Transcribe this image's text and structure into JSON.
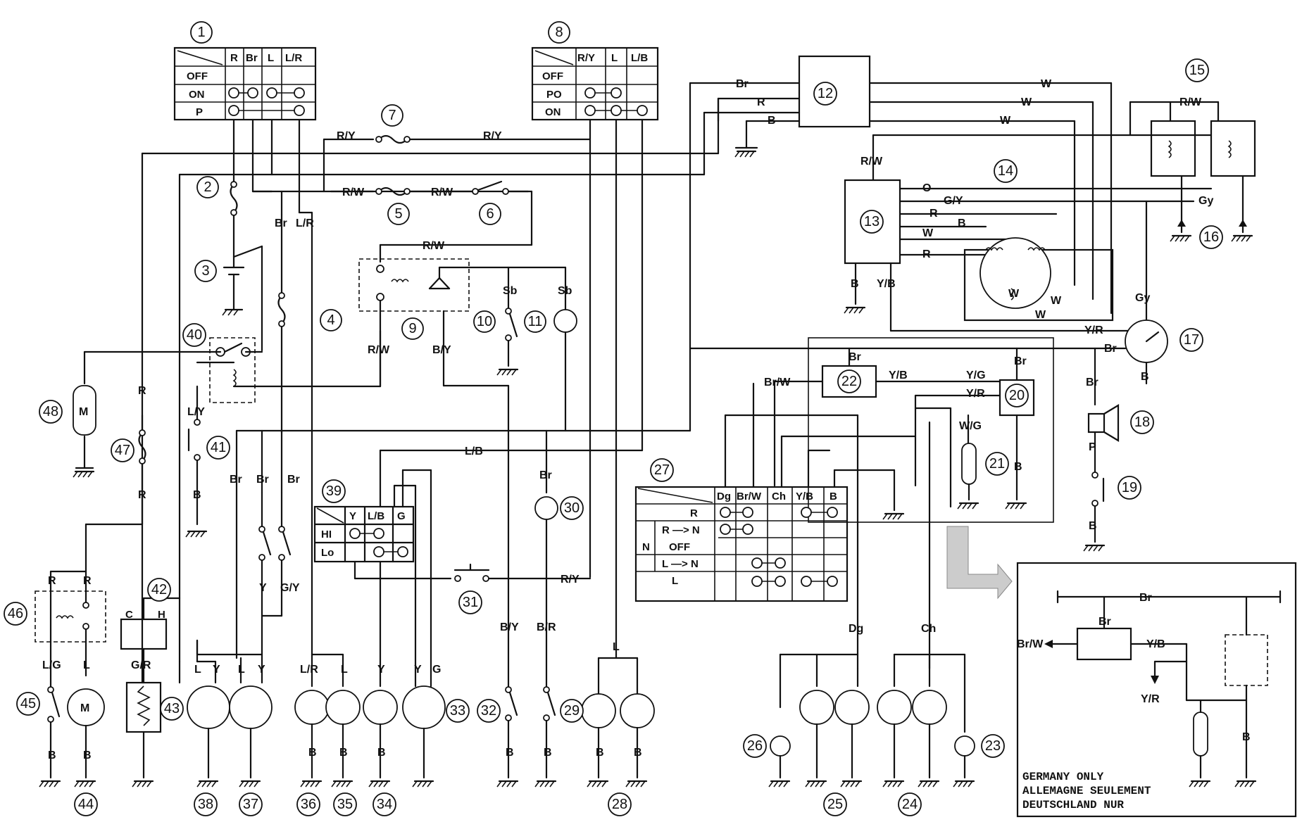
{
  "components": {
    "c1": "1",
    "c2": "2",
    "c3": "3",
    "c4": "4",
    "c5": "5",
    "c6": "6",
    "c7": "7",
    "c8": "8",
    "c9": "9",
    "c10": "10",
    "c11": "11",
    "c12": "12",
    "c13": "13",
    "c14": "14",
    "c15": "15",
    "c16": "16",
    "c17": "17",
    "c18": "18",
    "c19": "19",
    "c20": "20",
    "c21": "21",
    "c22": "22",
    "c23": "23",
    "c24": "24",
    "c25": "25",
    "c26": "26",
    "c27": "27",
    "c28": "28",
    "c29": "29",
    "c30": "30",
    "c31": "31",
    "c32": "32",
    "c33": "33",
    "c34": "34",
    "c35": "35",
    "c36": "36",
    "c37": "37",
    "c38": "38",
    "c39": "39",
    "c40": "40",
    "c41": "41",
    "c42": "42",
    "c43": "43",
    "c44": "44",
    "c45": "45",
    "c46": "46",
    "c47": "47",
    "c48": "48"
  },
  "main_switch": {
    "columns": [
      "R",
      "Br",
      "L",
      "L/R"
    ],
    "rows": [
      "OFF",
      "ON",
      "P"
    ]
  },
  "light_switch": {
    "columns": [
      "R/Y",
      "L",
      "L/B"
    ],
    "rows": [
      "OFF",
      "PO",
      "ON"
    ]
  },
  "dimmer_switch": {
    "columns": [
      "Y",
      "L/B",
      "G"
    ],
    "rows": [
      "HI",
      "Lo"
    ]
  },
  "gear_switch": {
    "columns": [
      "Dg",
      "Br/W",
      "Ch",
      "Y/B",
      "B"
    ],
    "rows": [
      "R",
      "R —> N",
      "OFF",
      "L —> N",
      "L"
    ],
    "n_label": "N"
  },
  "gauge": {
    "c": "C",
    "h": "H"
  },
  "motor": "M",
  "wire_colors": {
    "R": "R",
    "Br": "Br",
    "L": "L",
    "LR": "L/R",
    "RY": "R/Y",
    "RW": "R/W",
    "B": "B",
    "W": "W",
    "O": "O",
    "GY": "G/Y",
    "Gy": "Gy",
    "YB": "Y/B",
    "YR": "Y/R",
    "YG": "Y/G",
    "BrW": "Br/W",
    "WG": "W/G",
    "BY": "B/Y",
    "BR": "B/R",
    "Sb": "Sb",
    "LB": "L/B",
    "LY": "L/Y",
    "LG": "L/G",
    "GR": "G/R",
    "Y": "Y",
    "G": "G",
    "P": "P",
    "Dg": "Dg",
    "Ch": "Ch"
  },
  "germany_note": {
    "line1": "GERMANY ONLY",
    "line2": "ALLEMAGNE SEULEMENT",
    "line3": "DEUTSCHLAND NUR"
  }
}
